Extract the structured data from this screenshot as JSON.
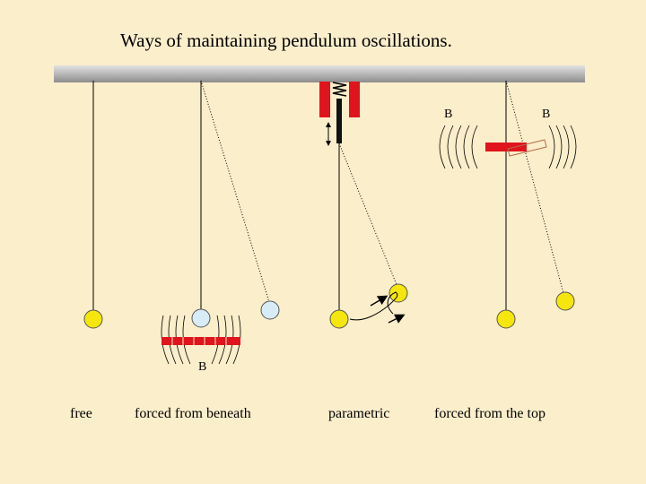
{
  "title": "Ways of maintaining pendulum oscillations.",
  "labels": {
    "free": "free",
    "forced_beneath": "forced from beneath",
    "parametric": "parametric",
    "forced_top": "forced from the top"
  },
  "field_labels": {
    "beneath": "B",
    "top_left": "B",
    "top_right": "B"
  },
  "colors": {
    "background": "#fbeecb",
    "bob": "#f5e60d",
    "bob_light": "#d8ecf6",
    "magnet": "#e0141c",
    "bar": "#bdbdbd"
  }
}
